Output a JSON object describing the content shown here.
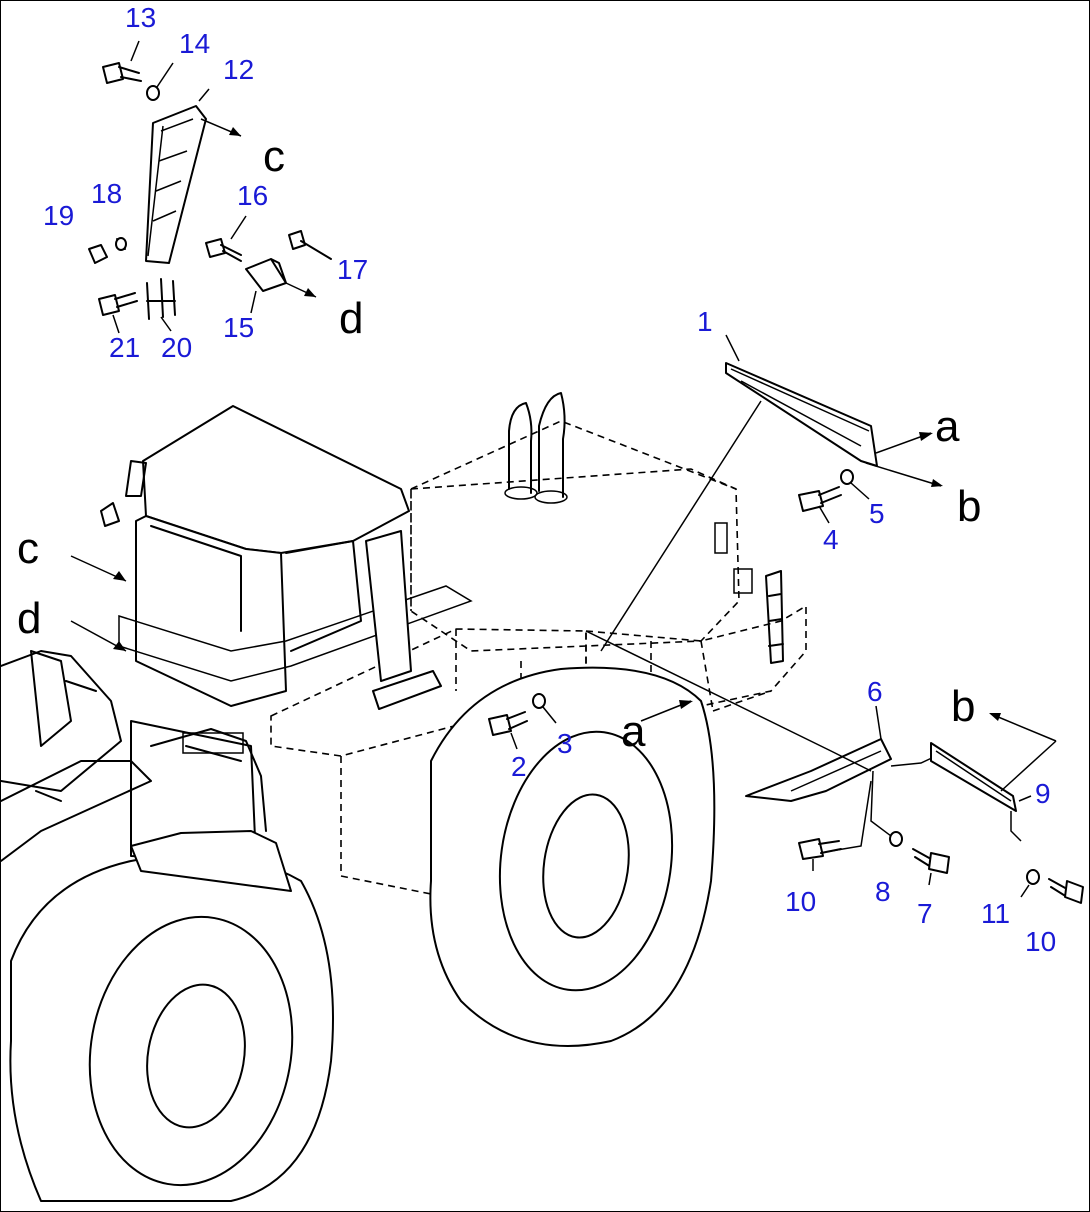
{
  "colors": {
    "part_number": "#1a1ad6",
    "line": "#000000",
    "ref_letter": "#000000"
  },
  "part_numbers": {
    "p1": "1",
    "p2": "2",
    "p3": "3",
    "p4": "4",
    "p5": "5",
    "p6": "6",
    "p7": "7",
    "p8": "8",
    "p9": "9",
    "p10a": "10",
    "p10b": "10",
    "p11": "11",
    "p12": "12",
    "p13": "13",
    "p14": "14",
    "p15": "15",
    "p16": "16",
    "p17": "17",
    "p18": "18",
    "p19": "19",
    "p20": "20",
    "p21": "21"
  },
  "ref_letters": {
    "a_top": "a",
    "a_low": "a",
    "b_top": "b",
    "b_low": "b",
    "c_top": "c",
    "c_left": "c",
    "d_top": "d",
    "d_left": "d"
  }
}
